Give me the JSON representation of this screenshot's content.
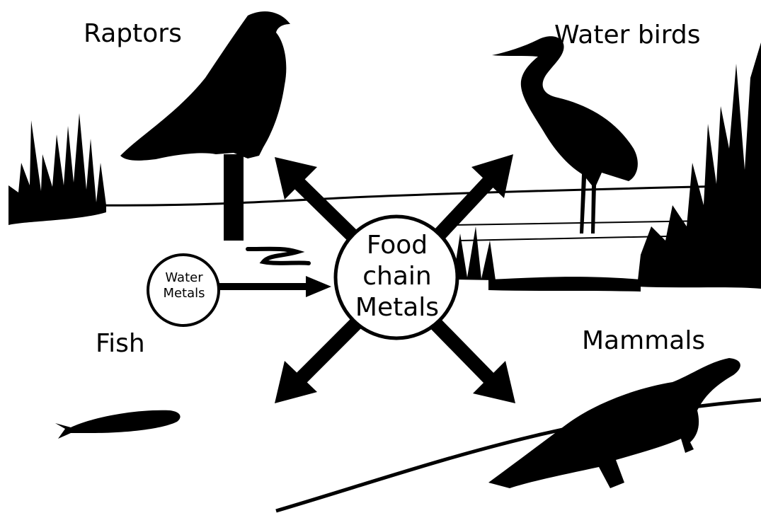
{
  "labels": {
    "raptors": "Raptors",
    "water_birds": "Water birds",
    "fish": "Fish",
    "mammals": "Mammals"
  },
  "center_node": {
    "lines": [
      "Food",
      "chain",
      "Metals"
    ]
  },
  "source_node": {
    "lines": [
      "Water",
      "Metals"
    ]
  },
  "colors": {
    "ink": "#000000",
    "paper": "#ffffff"
  }
}
